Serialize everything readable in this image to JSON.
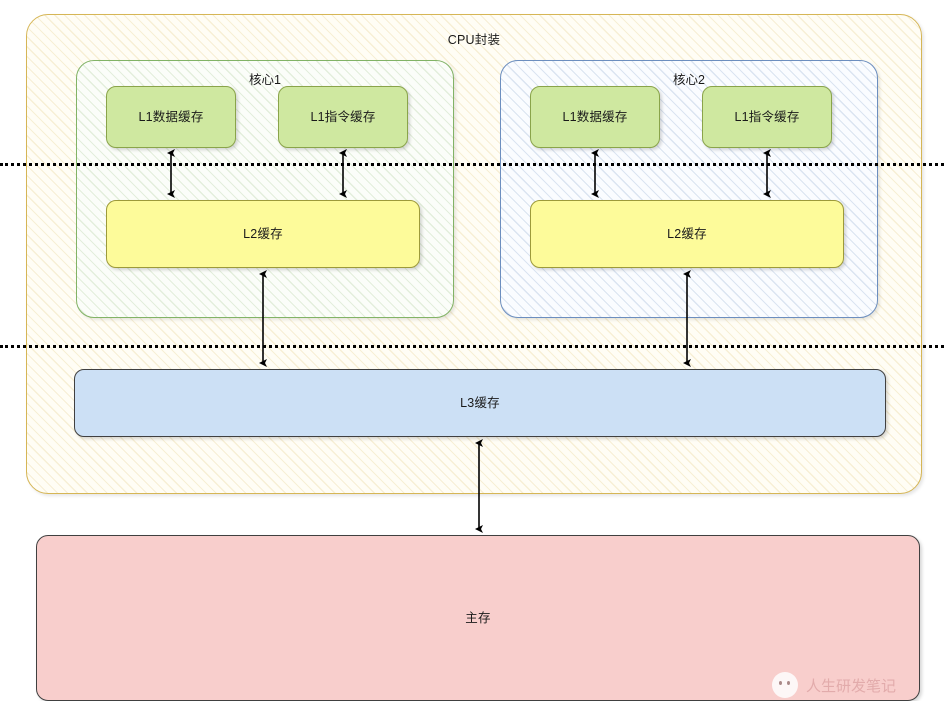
{
  "diagram": {
    "title": "CPU封装",
    "cpu_package": {
      "label": "CPU封装",
      "border_color": "#d6b656",
      "fill_color": "#fffdf5"
    },
    "cores": [
      {
        "label": "核心1",
        "border_color": "#82b366",
        "fill_color": "#fbfdf9",
        "l1_data": "L1数据缓存",
        "l1_instruction": "L1指令缓存",
        "l2": "L2缓存"
      },
      {
        "label": "核心2",
        "border_color": "#6c8ebf",
        "fill_color": "#fafcff",
        "l1_data": "L1数据缓存",
        "l1_instruction": "L1指令缓存",
        "l2": "L2缓存"
      }
    ],
    "l3_cache": {
      "label": "L3缓存",
      "fill_color": "#cce0f5",
      "border_color": "#404040"
    },
    "main_memory": {
      "label": "主存",
      "fill_color": "#f8cecc",
      "border_color": "#404040"
    },
    "l1_cache_style": {
      "fill_color": "#cfe8a0",
      "border_color": "#8aa44a"
    },
    "l2_cache_style": {
      "fill_color": "#fdfb9a",
      "border_color": "#9d9a3a"
    },
    "separator_lines": [
      {
        "name": "l1-l2-boundary",
        "style": "dotted",
        "color": "#000000"
      },
      {
        "name": "l2-l3-boundary",
        "style": "dotted",
        "color": "#000000"
      }
    ],
    "connections": [
      {
        "from": "L1数据缓存",
        "to": "L2缓存",
        "type": "bidirectional"
      },
      {
        "from": "L1指令缓存",
        "to": "L2缓存",
        "type": "bidirectional"
      },
      {
        "from": "L2缓存",
        "to": "L3缓存",
        "type": "bidirectional"
      },
      {
        "from": "L3缓存",
        "to": "主存",
        "type": "bidirectional"
      }
    ]
  },
  "watermark": {
    "text": "人生研发笔记"
  }
}
